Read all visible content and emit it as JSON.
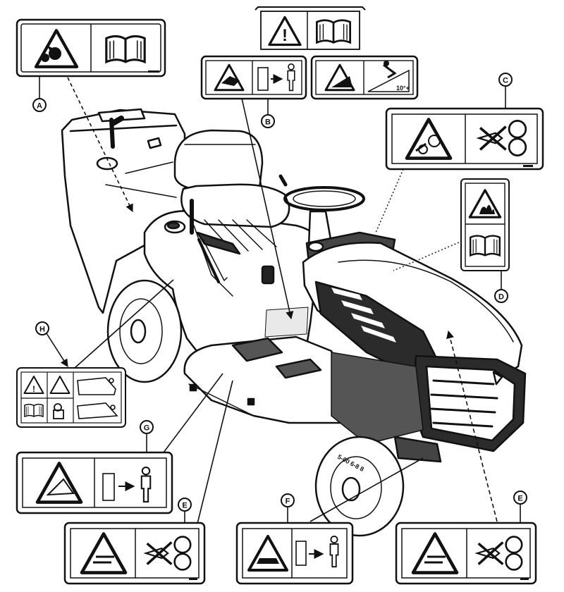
{
  "callouts": [
    {
      "id": "A",
      "letter": "A"
    },
    {
      "id": "B",
      "letter": "B"
    },
    {
      "id": "C",
      "letter": "C"
    },
    {
      "id": "D",
      "letter": "D"
    },
    {
      "id": "E1",
      "letter": "E"
    },
    {
      "id": "E2",
      "letter": "E"
    },
    {
      "id": "F",
      "letter": "F"
    },
    {
      "id": "G",
      "letter": "G"
    },
    {
      "id": "H",
      "letter": "H"
    }
  ],
  "decal_text": {
    "slope_angle": "10°+",
    "tire_markings": "5-00 6-8 8"
  },
  "icons": {
    "warning": "warning-triangle-icon",
    "manual": "open-manual-icon",
    "entanglement": "hand-entanglement-icon",
    "crush": "crush-hazard-icon",
    "distance": "keep-distance-icon",
    "slope": "slope-rollover-icon",
    "fire": "fire-hazard-icon",
    "no_hand": "no-hand-rollers-icon",
    "thrown": "thrown-object-icon",
    "cut": "blade-cut-icon"
  },
  "colors": {
    "line": "#111111",
    "hood_dark": "#2b2b2b",
    "background": "#ffffff"
  }
}
